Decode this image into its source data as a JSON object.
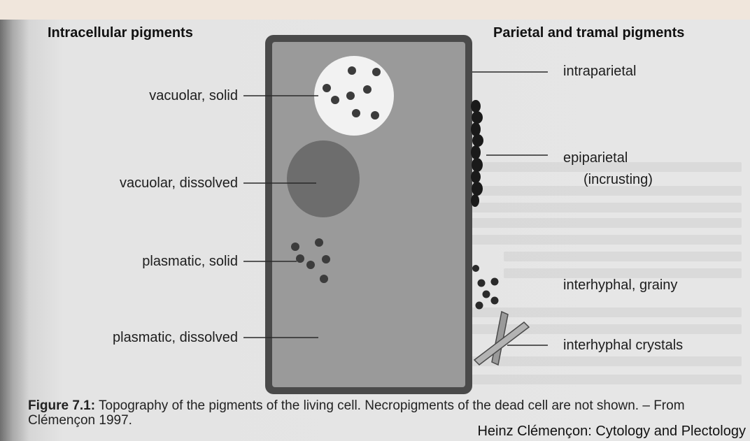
{
  "headers": {
    "left": "Intracellular pigments",
    "right": "Parietal and tramal pigments"
  },
  "labels_left": {
    "vacuolar_solid": "vacuolar, solid",
    "vacuolar_dissolved": "vacuolar, dissolved",
    "plasmatic_solid": "plasmatic, solid",
    "plasmatic_dissolved": "plasmatic, dissolved"
  },
  "labels_right": {
    "intraparietal": "intraparietal",
    "epiparietal": "epiparietal",
    "epiparietal_note": "(incrusting)",
    "interhyphal_grainy": "interhyphal, grainy",
    "interhyphal_crystals": "interhyphal crystals"
  },
  "caption": {
    "figure_label": "Figure 7.1:",
    "text": "Topography of the pigments of the living cell. Necropigments of the dead cell are not shown. – From Clémençon 1997."
  },
  "credit": "Heinz Clémençon: Cytology and Plectology",
  "colors": {
    "cell_wall": "#4a4a4a",
    "cytoplasm": "#9a9a9a",
    "vacuole_clear": "#f2f2f2",
    "vacuole_dissolved": "#6d6d6d",
    "granule": "#3c3c3c",
    "incrustation": "#1a1a1a"
  }
}
